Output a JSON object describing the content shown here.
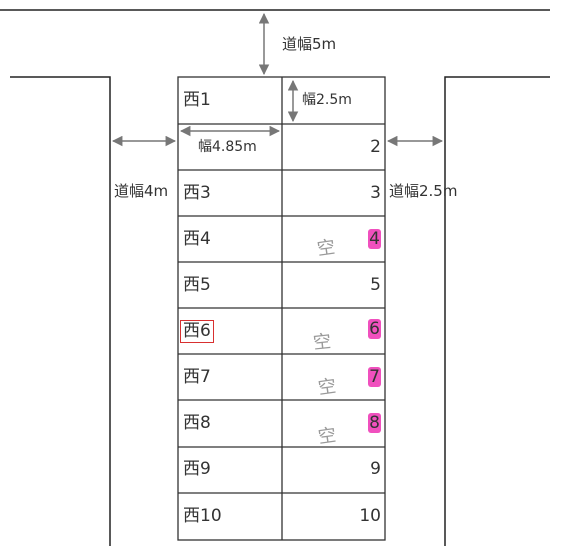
{
  "roads": {
    "top": "道幅5m",
    "left": "道幅4m",
    "right": "道幅2.5m"
  },
  "dimensions": {
    "row_height": "幅2.5m",
    "block_width": "幅4.85m"
  },
  "left_column": [
    "西1",
    "",
    "西3",
    "西4",
    "西5",
    "西6",
    "西7",
    "西8",
    "西9",
    "西10"
  ],
  "right_column": [
    "",
    "2",
    "3",
    "4",
    "5",
    "6",
    "7",
    "8",
    "9",
    "10"
  ],
  "vacant_label": "空",
  "vacant_highlight_color": "#f050be",
  "selected_box_color": "#d83030"
}
